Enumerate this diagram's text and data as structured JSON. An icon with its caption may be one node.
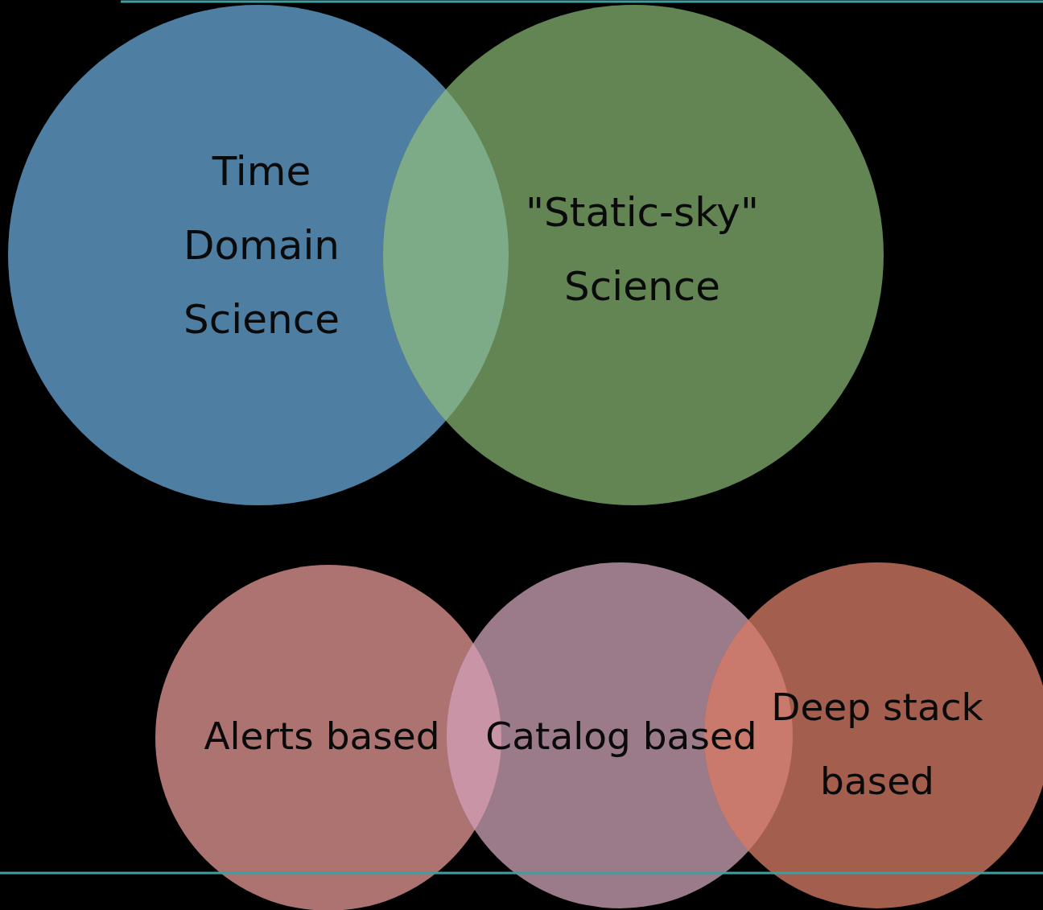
{
  "diagram": {
    "nodes": [
      {
        "text": [
          "Time Domain Science"
        ]
      },
      {
        "text": [
          "\"Static-sky\" Science"
        ]
      },
      {
        "text": [
          "Alerts based"
        ]
      },
      {
        "text": [
          "Catalog based"
        ]
      },
      {
        "text": [
          "Deep stack based"
        ]
      }
    ]
  }
}
